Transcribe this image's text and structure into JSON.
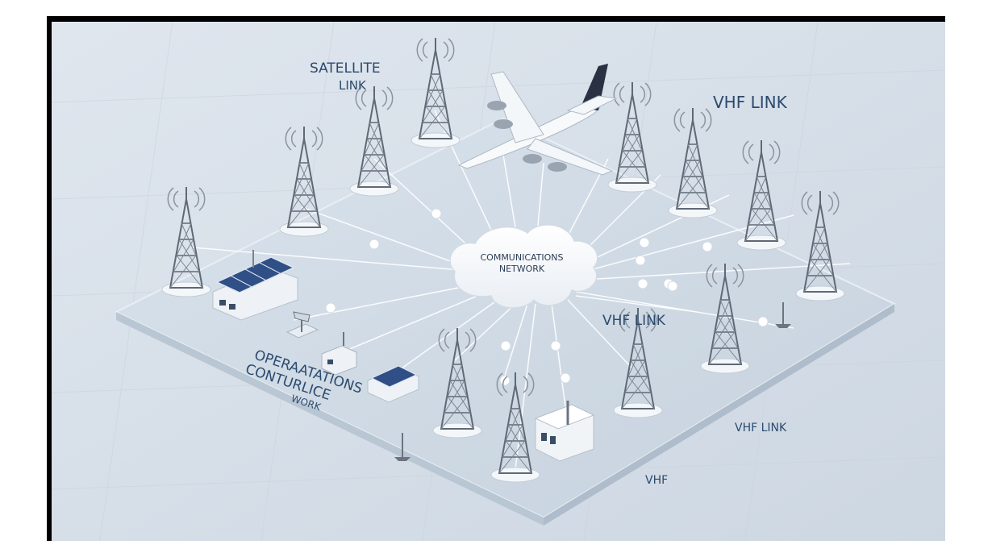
{
  "labels": {
    "satellite_line1": "SATELLITE",
    "satellite_line2": "LINK",
    "vhf_top_right": "VHF LINK",
    "vhf_center": "VHF LINK",
    "vhf_lower_right": "VHF LINK",
    "vhf_bottom": "VHF",
    "ops_line1": "OPERAATATIONS",
    "ops_line2": "CONTURLICE",
    "ops_line3": "WORK"
  },
  "cloud": {
    "line1": "COMMUNICATIONS",
    "line2": "NETWORK"
  },
  "colors": {
    "background": "#d6dfe8",
    "platform": "#cdd8e3",
    "tower": "#6b7480",
    "line": "#ffffff",
    "label": "#2b4a6e",
    "solar": "#2f4f86"
  }
}
